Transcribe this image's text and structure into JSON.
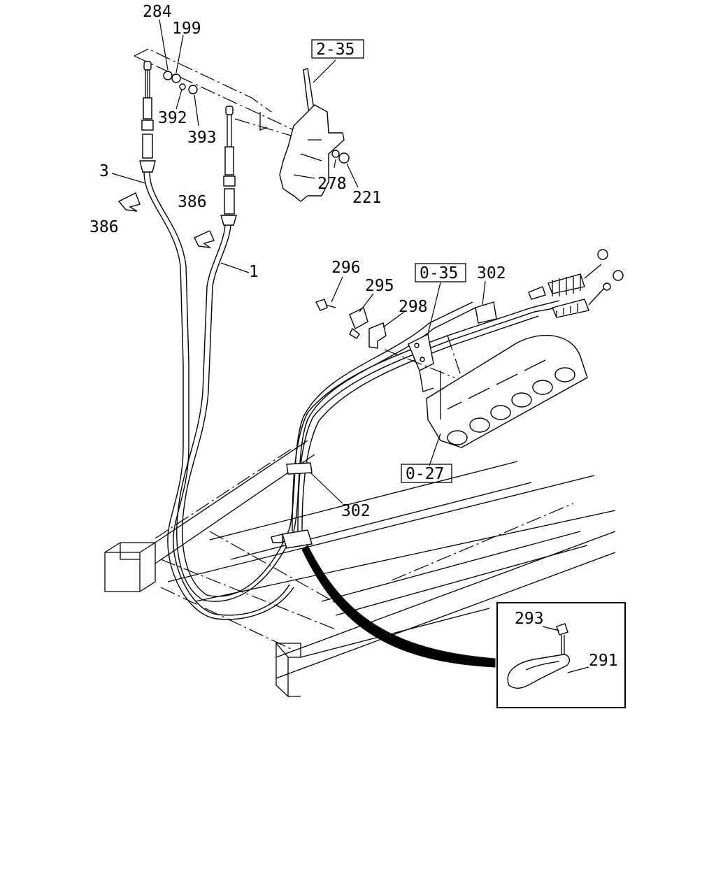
{
  "callouts": {
    "c284": "284",
    "c199": "199",
    "c392": "392",
    "c393": "393",
    "c3": "3",
    "c386_left": "386",
    "c386_right": "386",
    "c1": "1",
    "c278": "278",
    "c221": "221",
    "c296": "296",
    "c295": "295",
    "c298": "298",
    "c302_top": "302",
    "c302_mid": "302",
    "c293": "293",
    "c291": "291"
  },
  "refs": {
    "r2_35": "2-35",
    "r0_35": "0-35",
    "r0_27": "0-27"
  }
}
